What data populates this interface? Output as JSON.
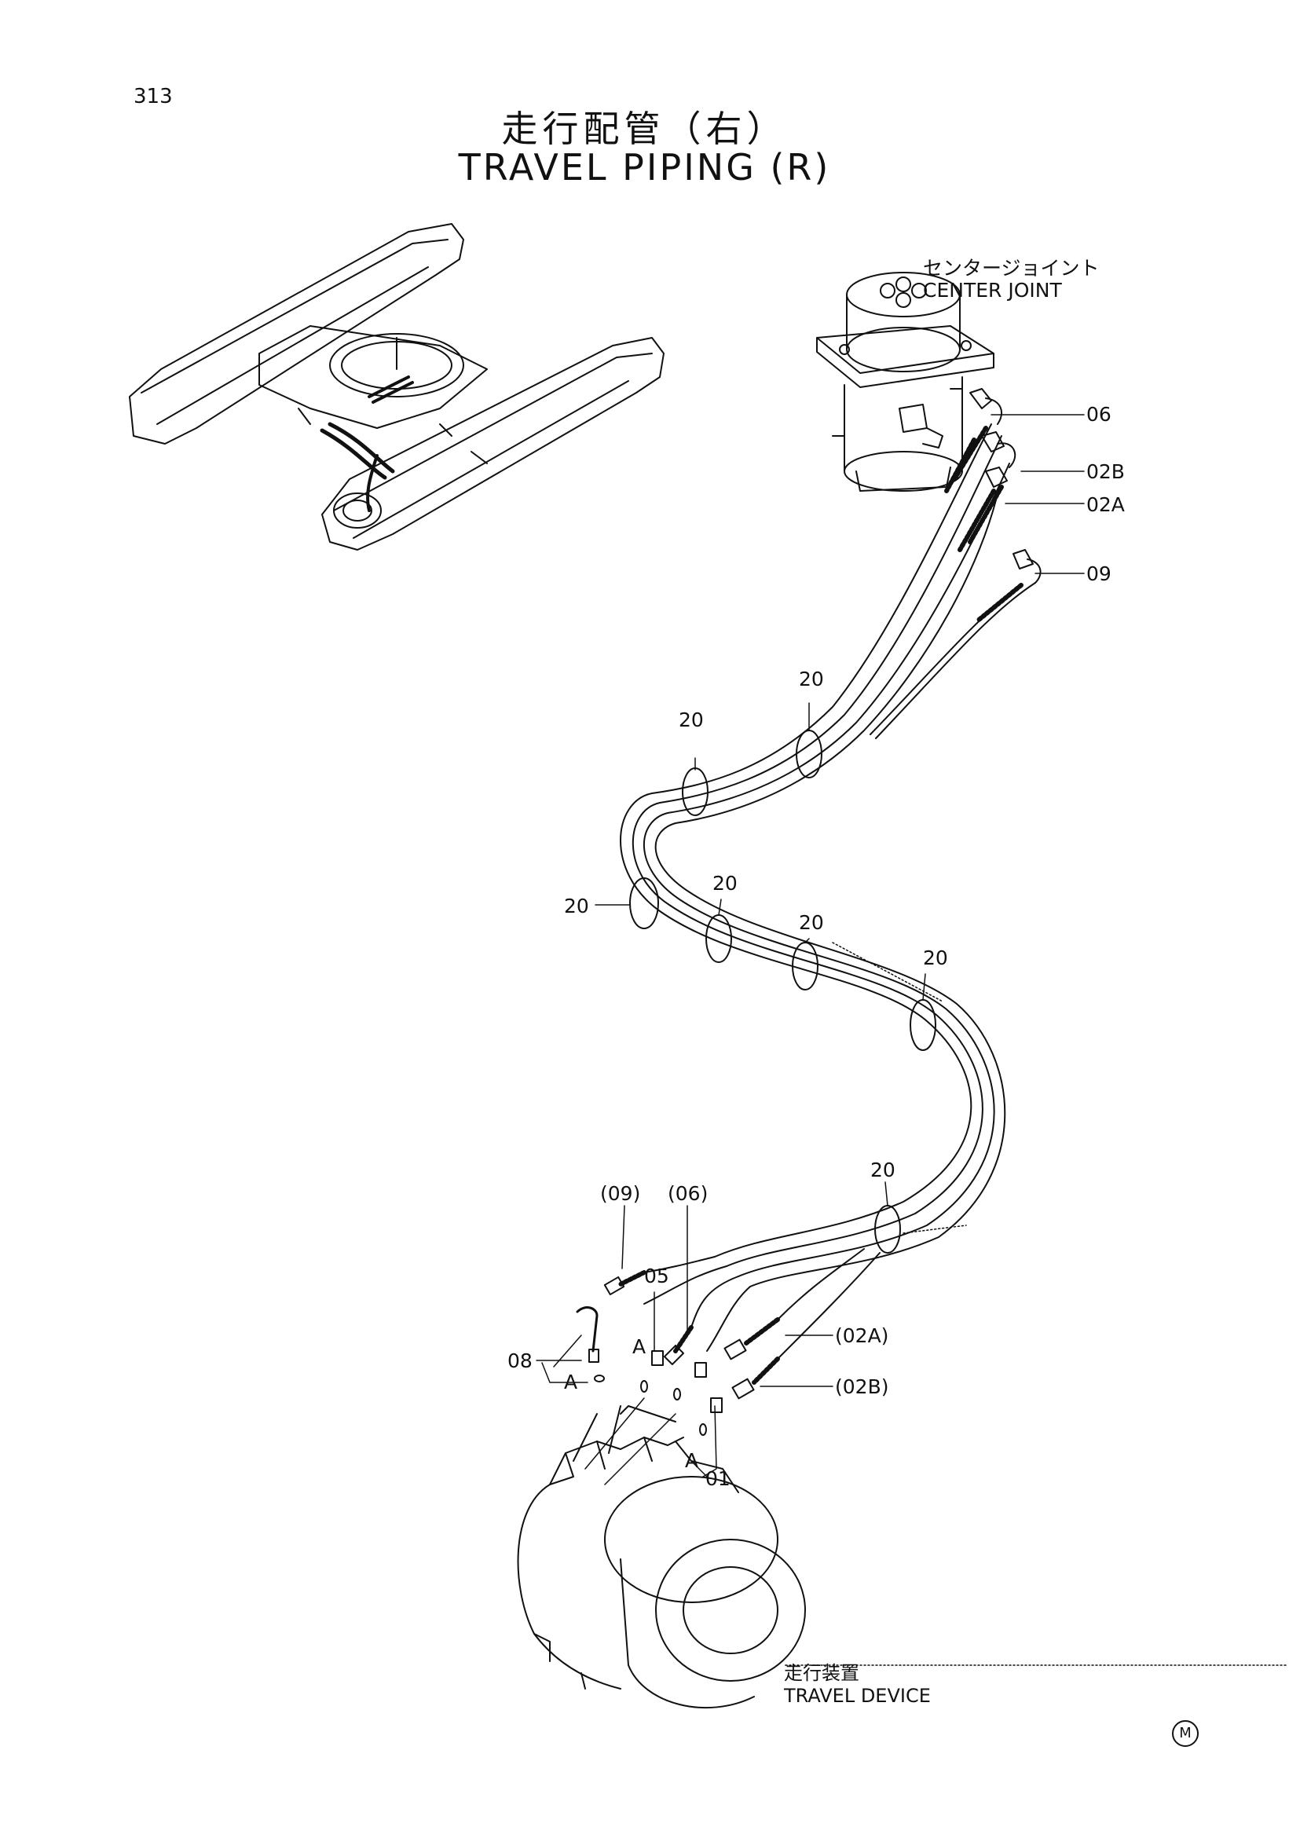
{
  "page_number": "313",
  "title_jp": "走行配管（右）",
  "title_en": "TRAVEL PIPING (R)",
  "components": {
    "center_joint_jp": "センタージョイント",
    "center_joint_en": "CENTER JOINT",
    "travel_device_jp": "走行装置",
    "travel_device_en": "TRAVEL DEVICE"
  },
  "callouts": {
    "c06": "06",
    "c02b": "02B",
    "c02a": "02A",
    "c09": "09",
    "c20": "20",
    "p09": "(09)",
    "p06": "(06)",
    "c05": "05",
    "c08": "08",
    "a": "A",
    "p02a": "(02A)",
    "p02b": "(02B)",
    "c01": "01"
  },
  "mark": "M"
}
